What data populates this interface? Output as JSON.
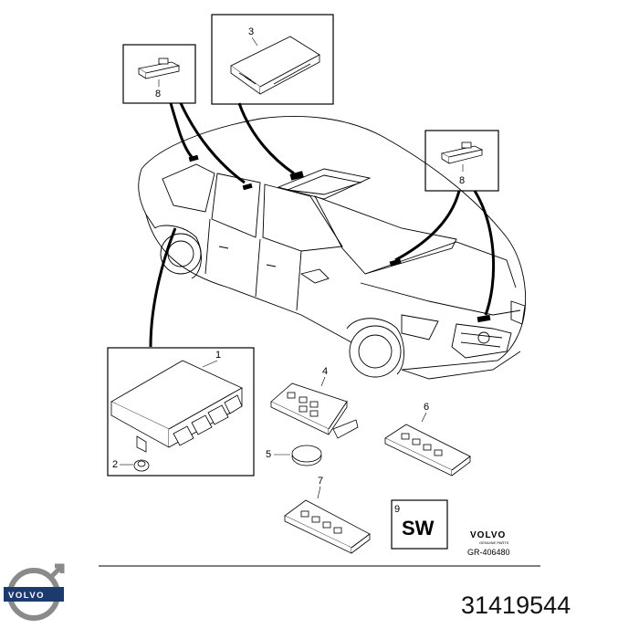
{
  "callouts": {
    "c1": "1",
    "c2": "2",
    "c3": "3",
    "c4": "4",
    "c5": "5",
    "c6": "6",
    "c7": "7",
    "c8_left": "8",
    "c8_right": "8",
    "c9": "9"
  },
  "software_label": "SW",
  "stamp": {
    "brand": "VOLVO",
    "sub": "GENUINE PARTS",
    "code": "GR-406480"
  },
  "footer": {
    "logo_text": "VOLVO",
    "part_number": "31419544"
  }
}
